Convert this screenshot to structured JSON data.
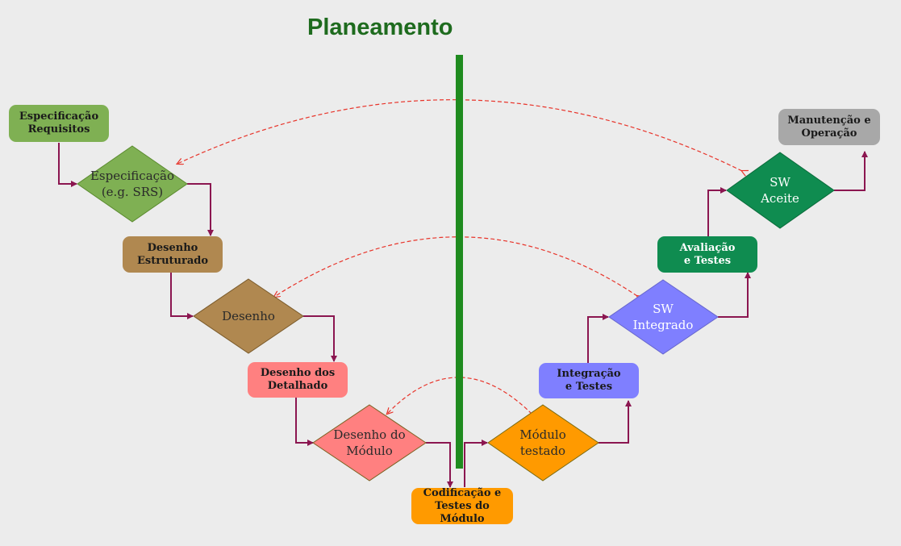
{
  "title": "Planeamento",
  "colors": {
    "green_light": "#7fb053",
    "brown": "#b08850",
    "salmon": "#ff8080",
    "orange": "#ff9a00",
    "blue": "#7f7fff",
    "green_dark": "#0f8c50",
    "gray": "#a8a8a8",
    "connector": "#8b1650",
    "dashed": "#e8342a",
    "divider": "#1f8b1f"
  },
  "boxes": {
    "spec_req": "Especificação\nRequisitos",
    "desenho_estruturado": "Desenho\nEstruturado",
    "desenho_detalhado": "Desenho dos\nDetalhado",
    "codificacao": "Codificação e\nTestes do Módulo",
    "integracao": "Integração\ne Testes",
    "avaliacao": "Avaliação\ne Testes",
    "manutencao": "Manutenção e\nOperação"
  },
  "diamonds": {
    "especificacao": "Especificação\n(e.g. SRS)",
    "desenho": "Desenho",
    "desenho_modulo": "Desenho do\nMódulo",
    "modulo_testado": "Módulo\ntestado",
    "sw_integrado": "SW\nIntegrado",
    "sw_aceite": "SW\nAceite"
  }
}
